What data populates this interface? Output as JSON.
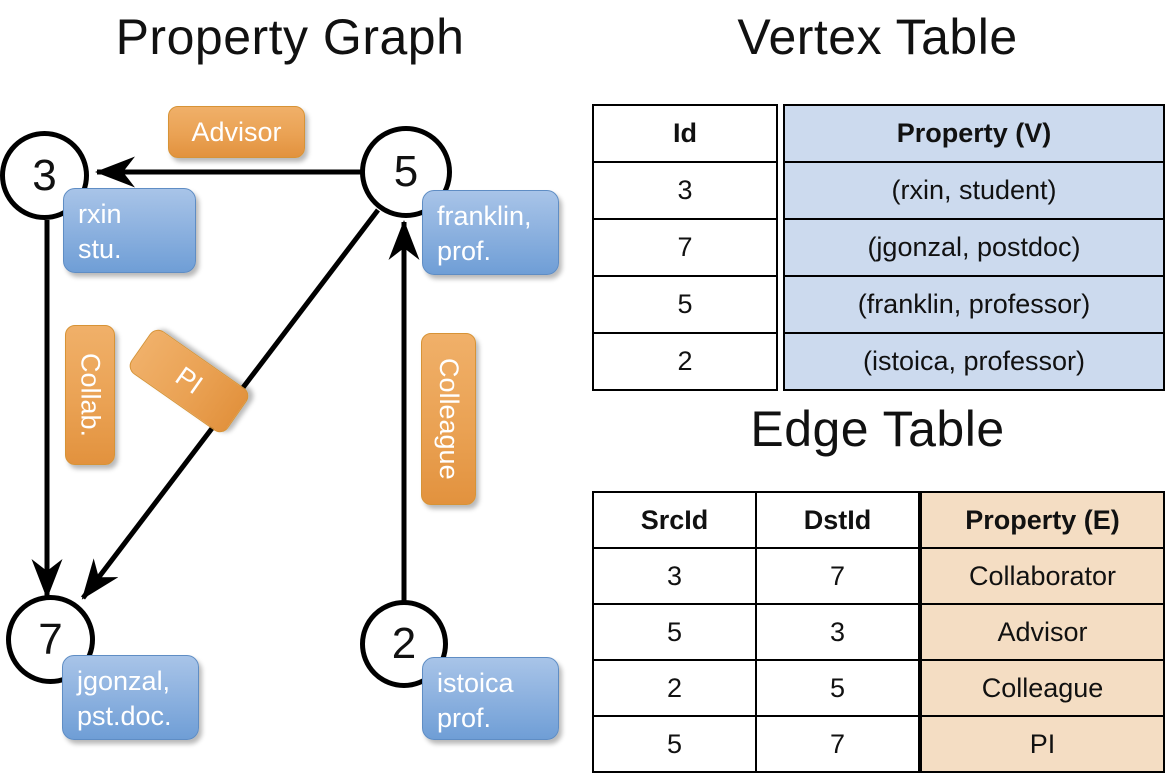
{
  "titles": {
    "graph": "Property Graph",
    "vertex_table": "Vertex Table",
    "edge_table": "Edge Table"
  },
  "graph": {
    "vertices": [
      {
        "id": "3",
        "property": "rxin\nstu."
      },
      {
        "id": "5",
        "property": "franklin,\nprof."
      },
      {
        "id": "7",
        "property": "jgonzal,\npst.doc."
      },
      {
        "id": "2",
        "property": "istoica\nprof."
      }
    ],
    "vertex_labels": {
      "v3": "3",
      "v5": "5",
      "v7": "7",
      "v2": "2"
    },
    "vertex_props": {
      "v3_line1": "rxin",
      "v3_line2": "stu.",
      "v5_line1": "franklin,",
      "v5_line2": "prof.",
      "v7_line1": "jgonzal,",
      "v7_line2": "pst.doc.",
      "v2_line1": "istoica",
      "v2_line2": "prof."
    },
    "edges": [
      {
        "src": "5",
        "dst": "3",
        "label": "Advisor"
      },
      {
        "src": "3",
        "dst": "7",
        "label": "Collab."
      },
      {
        "src": "5",
        "dst": "7",
        "label": "PI"
      },
      {
        "src": "2",
        "dst": "5",
        "label": "Colleague"
      }
    ],
    "edge_labels": {
      "advisor": "Advisor",
      "collab": "Collab.",
      "pi": "PI",
      "colleague": "Colleague"
    }
  },
  "vertex_table": {
    "headers": {
      "id": "Id",
      "property": "Property (V)"
    },
    "rows": [
      {
        "id": "3",
        "property": "(rxin, student)"
      },
      {
        "id": "7",
        "property": "(jgonzal, postdoc)"
      },
      {
        "id": "5",
        "property": "(franklin, professor)"
      },
      {
        "id": "2",
        "property": "(istoica, professor)"
      }
    ]
  },
  "edge_table": {
    "headers": {
      "src": "SrcId",
      "dst": "DstId",
      "property": "Property (E)"
    },
    "rows": [
      {
        "src": "3",
        "dst": "7",
        "property": "Collaborator"
      },
      {
        "src": "5",
        "dst": "3",
        "property": "Advisor"
      },
      {
        "src": "2",
        "dst": "5",
        "property": "Colleague"
      },
      {
        "src": "5",
        "dst": "7",
        "property": "PI"
      }
    ]
  },
  "colors": {
    "vertex_property_fill": "#8fb3e0",
    "edge_property_fill": "#eaa254",
    "vertex_table_fill": "#ccdaee",
    "edge_table_fill": "#f4ddc3",
    "stroke": "#000000"
  }
}
